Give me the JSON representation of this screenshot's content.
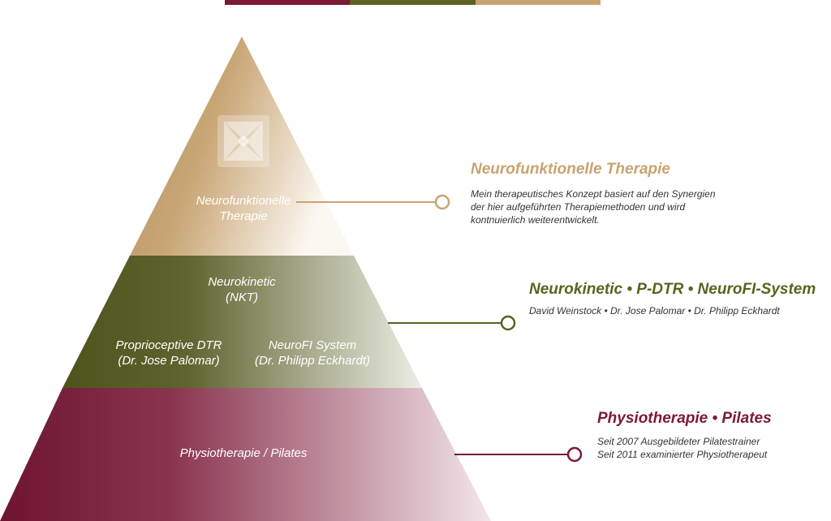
{
  "colors": {
    "bordeaux": "#7b1a35",
    "olive": "#5c6220",
    "sand": "#c9a36f",
    "text": "#333333"
  },
  "top_bar": [
    "#7b1a35",
    "#5c6220",
    "#c9a36f"
  ],
  "pyramid": {
    "logo_icon": "flower-emblem-icon",
    "top": {
      "label_line1": "Neurofunktionelle",
      "label_line2": "Therapie"
    },
    "middle": {
      "nkt_line1": "Neurokinetic",
      "nkt_line2": "(NKT)",
      "pdtr_line1": "Proprioceptive DTR",
      "pdtr_line2": "(Dr. Jose Palomar)",
      "neurofi_line1": "NeuroFI System",
      "neurofi_line2": "(Dr. Philipp Eckhardt)"
    },
    "bottom": {
      "label": "Physiotherapie / Pilates"
    }
  },
  "info": {
    "top": {
      "title": "Neurofunktionelle Therapie",
      "lines": [
        "Mein therapeutisches Konzept basiert auf den Synergien",
        "der hier aufgeführten Therapiemethoden und wird",
        "kontnuierlich weiterentwickelt."
      ]
    },
    "middle": {
      "title": "Neurokinetic • P-DTR • NeuroFI-System",
      "lines": [
        "David Weinstock • Dr. Jose Palomar • Dr. Philipp Eckhardt"
      ]
    },
    "bottom": {
      "title": "Physiotherapie • Pilates",
      "lines": [
        "Seit 2007 Ausgebildeter Pilatestrainer",
        "Seit 2011 examinierter Physiotherapeut"
      ]
    }
  }
}
